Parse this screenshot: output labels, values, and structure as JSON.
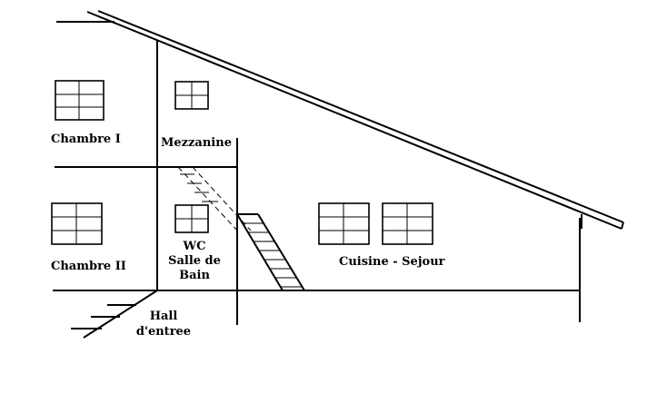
{
  "rooms": {
    "chambre_1": "Chambre I",
    "chambre_2": "Chambre II",
    "mezzanine": "Mezzanine",
    "wc_line1": "WC",
    "wc_line2": "Salle de",
    "wc_line3": "Bain",
    "cuisine": "Cuisine - Sejour",
    "hall_line1": "Hall",
    "hall_line2": "d'entree"
  }
}
